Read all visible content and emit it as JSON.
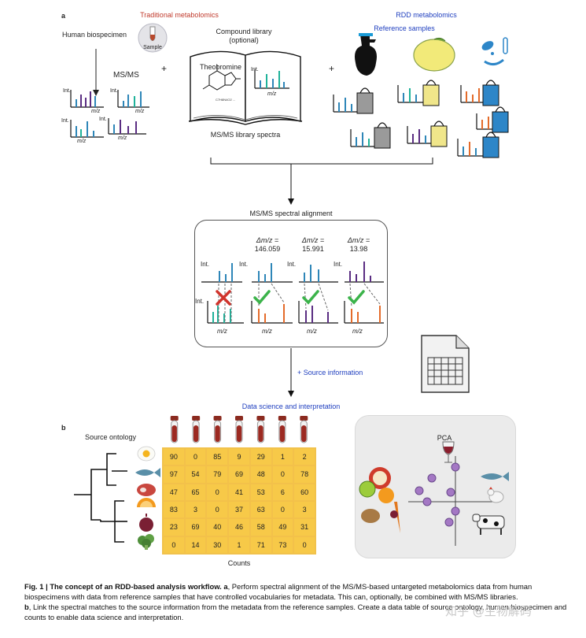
{
  "panel_a": {
    "letter": "a",
    "traditional_title": "Traditional metabolomics",
    "rdd_title": "RDD metabolomics",
    "reference_samples": "Reference samples",
    "human_biospecimen": "Human biospecimen",
    "sample_tube_label": "Sample",
    "msms_label": "MS/MS",
    "compound_library": "Compound library",
    "optional": "(optional)",
    "theobromine": "Theobromine",
    "library_spectra": "MS/MS library spectra",
    "int": "Int.",
    "mz": "m/z",
    "plus": "+",
    "alignment_title": "MS/MS spectral alignment",
    "delta1": "146.059",
    "delta2": "15.991",
    "delta3": "13.98",
    "delta_label": "Δm/z =",
    "source_information": "+ Source information",
    "data_science": "Data science and interpretation"
  },
  "panel_b": {
    "letter": "b",
    "source_ontology": "Source ontology",
    "counts": "Counts",
    "pca": "PCA",
    "table": [
      [
        "90",
        "0",
        "85",
        "9",
        "29",
        "1",
        "2"
      ],
      [
        "97",
        "54",
        "79",
        "69",
        "48",
        "0",
        "78"
      ],
      [
        "47",
        "65",
        "0",
        "41",
        "53",
        "6",
        "60"
      ],
      [
        "83",
        "3",
        "0",
        "37",
        "63",
        "0",
        "3"
      ],
      [
        "23",
        "69",
        "40",
        "46",
        "58",
        "49",
        "31"
      ],
      [
        "0",
        "14",
        "30",
        "1",
        "71",
        "73",
        "0"
      ]
    ]
  },
  "caption": {
    "fig": "Fig. 1 | The concept of an RDD-based analysis workflow.",
    "a_letter": "a",
    "a_text": ", Perform spectral alignment of the MS/MS-based untargeted metabolomics data from human biospecimens with data from reference samples that have controlled vocabularies for metadata. This can, optionally, be combined with MS/MS libraries.",
    "b_letter": "b",
    "b_text": ", Link the spectral matches to the source information from the metadata from the reference samples. Create a data table of source ontology, human biospecimen and counts to enable data science and interpretation."
  },
  "watermark": "知乎 @生物解码"
}
